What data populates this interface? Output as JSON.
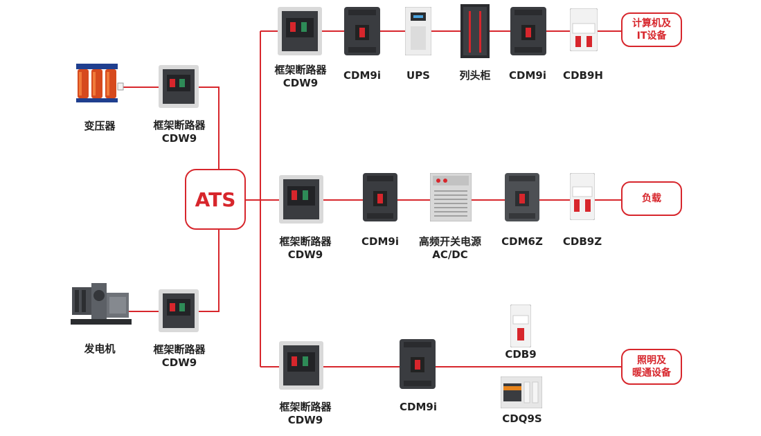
{
  "colors": {
    "accent": "#d7262c",
    "text": "#222222",
    "breaker_body": "#3a3c40"
  },
  "ats": {
    "label": "ATS"
  },
  "sources": {
    "transformer": {
      "label": "变压器",
      "icon": "transformer-icon"
    },
    "generator": {
      "label": "发电机",
      "icon": "generator-icon"
    }
  },
  "source_breakers": {
    "top": {
      "line1": "框架断路器",
      "line2": "CDW9"
    },
    "bottom": {
      "line1": "框架断路器",
      "line2": "CDW9"
    }
  },
  "branches": {
    "it": {
      "breaker": {
        "line1": "框架断路器",
        "line2": "CDW9"
      },
      "items": [
        "CDM9i",
        "UPS",
        "列头柜",
        "CDM9i",
        "CDB9H"
      ],
      "load": {
        "line1": "计算机及",
        "line2": "IT设备"
      }
    },
    "dc": {
      "breaker": {
        "line1": "框架断路器",
        "line2": "CDW9"
      },
      "cdm9i": "CDM9i",
      "psu": {
        "line1": "高频开关电源",
        "line2": "AC/DC"
      },
      "cdm6z": "CDM6Z",
      "cdb9z": "CDB9Z",
      "load": {
        "line1": "负载"
      }
    },
    "lighting": {
      "breaker": {
        "line1": "框架断路器",
        "line2": "CDW9"
      },
      "cdm9i": "CDM9i",
      "cdb9": "CDB9",
      "cdq9s": "CDQ9S",
      "load": {
        "line1": "照明及",
        "line2": "暖通设备"
      }
    }
  }
}
